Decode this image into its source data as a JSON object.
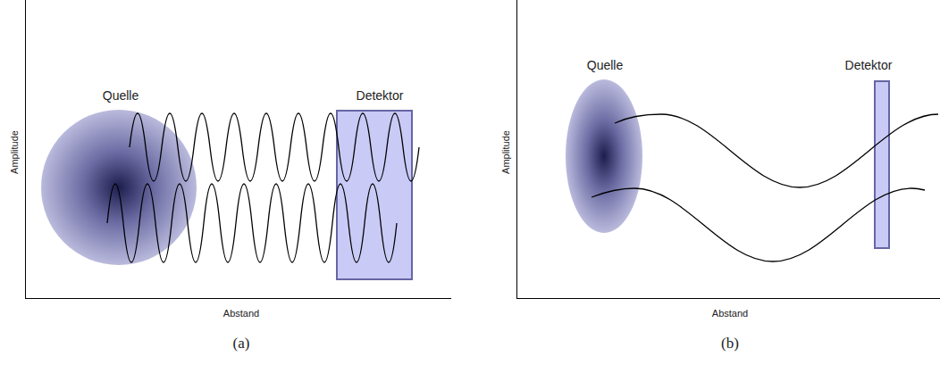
{
  "diagram": {
    "nodes": [
      {
        "text": [
          "Quelle"
        ]
      },
      {
        "text": [
          "Detektor"
        ]
      },
      {
        "text": [
          "Quelle"
        ]
      },
      {
        "text": [
          "Detektor"
        ]
      }
    ],
    "labels": [
      "Amplitude",
      "Abstand",
      "(a)",
      "Amplitude",
      "Abstand",
      "(b)"
    ]
  }
}
